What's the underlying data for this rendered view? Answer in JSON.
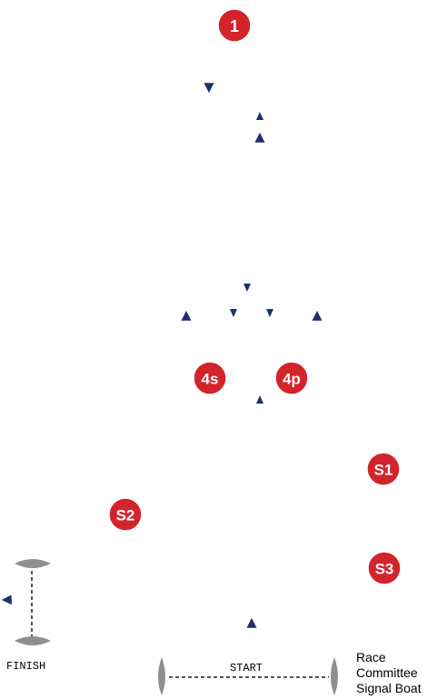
{
  "colors": {
    "course_line": "#1e2f6e",
    "mark_fill": "#d3242c",
    "boat_fill": "#8f8f8f",
    "line_dash": "#1a1a1a"
  },
  "marks": {
    "mark_1": "1",
    "mark_4s": "4s",
    "mark_4p": "4p",
    "mark_s1": "S1",
    "mark_s2": "S2",
    "mark_s3": "S3"
  },
  "labels": {
    "finish": "FINISH",
    "start": "START",
    "signal_boat_line1": "Race",
    "signal_boat_line2": "Committee",
    "signal_boat_line3": "Signal Boat"
  },
  "icons": {
    "boat": "boat-icon",
    "arrow": "arrow-icon"
  }
}
